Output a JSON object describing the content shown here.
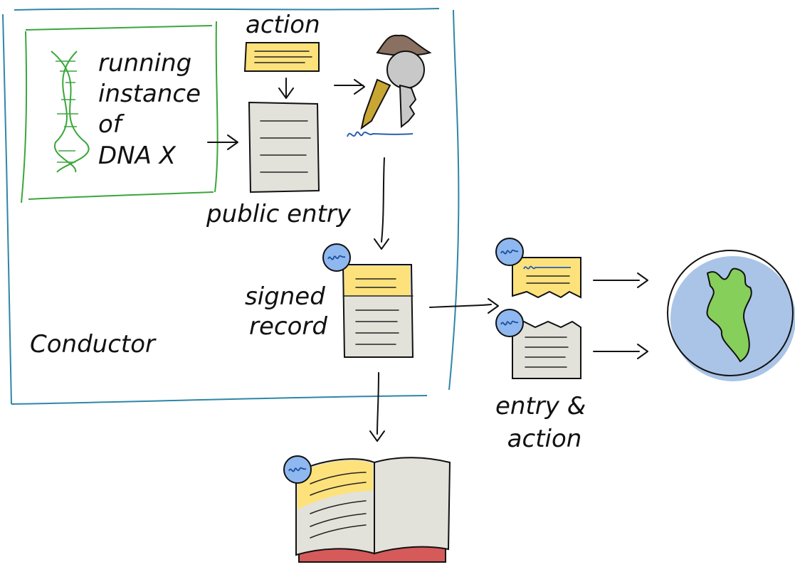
{
  "labels": {
    "action": "action",
    "dna_line1": "running",
    "dna_line2": "instance",
    "dna_line3": "of",
    "dna_line4": "DNA X",
    "public_entry": "public entry",
    "signed_line1": "signed",
    "signed_line2": "record",
    "conductor": "Conductor",
    "entry_action_line1": "entry &",
    "entry_action_line2": "action"
  },
  "colors": {
    "conductor_border": "#2f86a6",
    "dna_border": "#3aa63a",
    "action_yellow": "#fde27c",
    "entry_gray": "#e2e1da",
    "seal_blue": "#8fb8f0",
    "globe_blue": "#a9c4e6",
    "land_green": "#86cf5a",
    "book_red": "#d65a5a",
    "hat_brown": "#8a7060",
    "key_gray": "#c8c8c8",
    "pencil_gold": "#c9a634"
  }
}
